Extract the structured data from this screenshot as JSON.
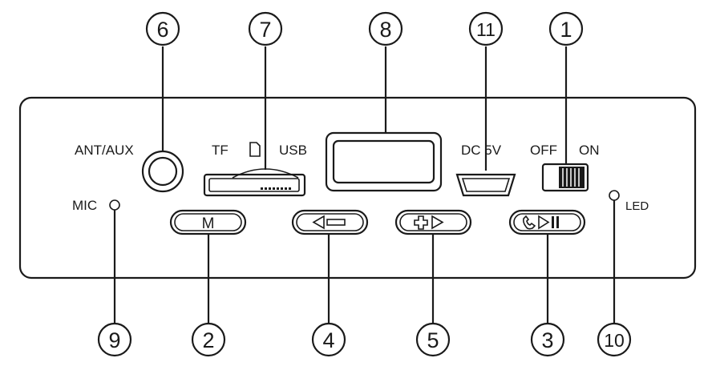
{
  "panel": {
    "labels": {
      "ant_aux": "ANT/AUX",
      "tf": "TF",
      "usb": "USB",
      "dc5v": "DC 5V",
      "off": "OFF",
      "on": "ON",
      "mic": "MIC",
      "led": "LED"
    },
    "buttons": {
      "mode_label": "M"
    }
  },
  "callouts": {
    "n1": "1",
    "n2": "2",
    "n3": "3",
    "n4": "4",
    "n5": "5",
    "n6": "6",
    "n7": "7",
    "n8": "8",
    "n9": "9",
    "n10": "10",
    "n11": "11"
  },
  "icons": {
    "prev_volume_down": "prev-volume-down-icon",
    "next_volume_up": "next-volume-up-icon",
    "phone_play_pause": "phone-play-pause-icon",
    "sd_card": "sd-card-icon"
  },
  "colors": {
    "ink": "#1a1a1a",
    "background": "#ffffff"
  }
}
